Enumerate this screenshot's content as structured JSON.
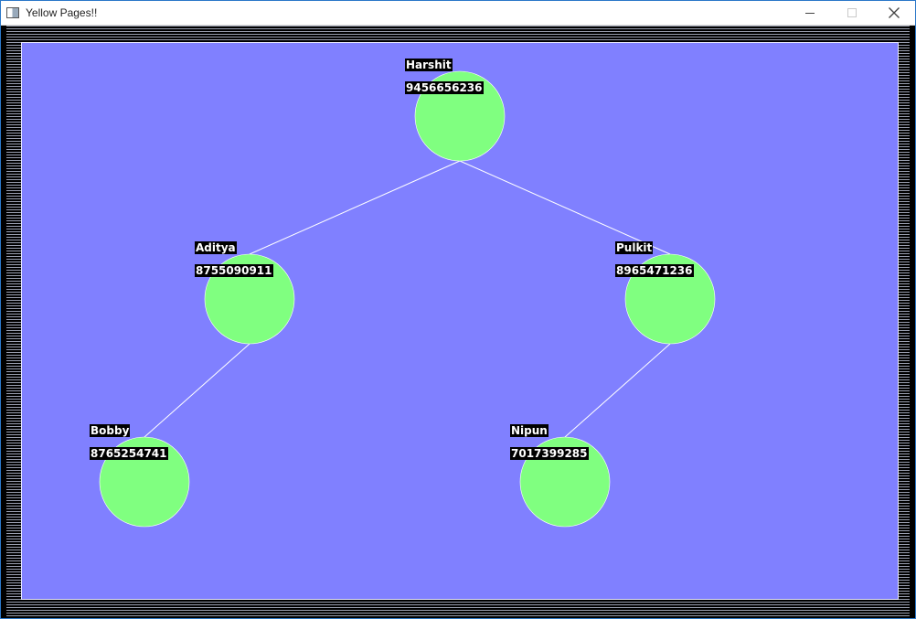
{
  "window": {
    "title": "Yellow Pages!!",
    "icons": {
      "app": "window-app-icon",
      "minimize": "minimize-icon",
      "maximize": "maximize-icon",
      "close": "close-icon"
    }
  },
  "colors": {
    "canvas_background": "#8080ff",
    "node_fill": "#80ff80",
    "edge": "#ffffff",
    "label_background": "#000000",
    "label_text": "#ffffff"
  },
  "contacts": [
    {
      "id": "harshit",
      "name": "Harshit",
      "phone": "9456656236"
    },
    {
      "id": "aditya",
      "name": "Aditya",
      "phone": "8755090911"
    },
    {
      "id": "pulkit",
      "name": "Pulkit",
      "phone": "8965471236"
    },
    {
      "id": "bobby",
      "name": "Bobby",
      "phone": "8765254741"
    },
    {
      "id": "nipun",
      "name": "Nipun",
      "phone": "7017399285"
    }
  ],
  "tree": {
    "root": "harshit",
    "children": {
      "harshit": [
        "aditya",
        "pulkit"
      ],
      "aditya": [
        "bobby"
      ],
      "pulkit": [
        "nipun"
      ]
    }
  }
}
